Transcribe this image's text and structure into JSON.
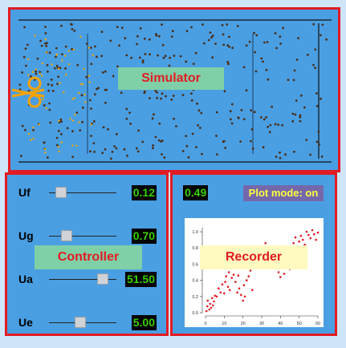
{
  "simulator": {
    "label": "Simulator"
  },
  "controller": {
    "label": "Controller",
    "sliders": [
      {
        "label": "Uf",
        "value": "0.12",
        "fraction": 0.12
      },
      {
        "label": "Ug",
        "value": "0.70",
        "fraction": 0.22
      },
      {
        "label": "Ua",
        "value": "51.50",
        "fraction": 0.85
      },
      {
        "label": "Ue",
        "value": "5.00",
        "fraction": 0.45
      }
    ]
  },
  "recorder": {
    "label": "Recorder",
    "readout": "0.49",
    "plot_mode": "Plot mode: on"
  },
  "colors": {
    "panel_bg": "#4a9fe3",
    "border": "#e31b23",
    "value_text": "#39d000",
    "tag_green": "#7fd0a7",
    "tag_yellow": "#fffac0",
    "particle": "#4a2f1a",
    "emitter": "#f5a300",
    "plot_points": "#e31b23"
  },
  "icons": {
    "emitter": "scissors-icon"
  },
  "chart_data": {
    "type": "scatter",
    "xlim": [
      0,
      60
    ],
    "ylim": [
      0,
      1.05
    ],
    "x_ticks": [
      "0",
      "10",
      "20",
      "30",
      "40",
      "50",
      "60"
    ],
    "y_ticks": [
      "0.0",
      "0.2",
      "0.4",
      "0.6",
      "0.8",
      "1.0"
    ],
    "grid": false,
    "series": [
      {
        "x": [
          0.5,
          1,
          1.2,
          2,
          2.5,
          3,
          3.5,
          4,
          4.5,
          5,
          6,
          7,
          8,
          9,
          10,
          10.5,
          11,
          12,
          12.5,
          13,
          14,
          15,
          16,
          17,
          17.5,
          18,
          19,
          20,
          20.5,
          21,
          22,
          23,
          24,
          25,
          26,
          27,
          28,
          29,
          30,
          31,
          32,
          33,
          34,
          35,
          36,
          37,
          38,
          39,
          40,
          41,
          42,
          43,
          44,
          45,
          46,
          47,
          48,
          49,
          50,
          51,
          52,
          53,
          54,
          55,
          56,
          57,
          58,
          59,
          60
        ],
        "y": [
          0.02,
          0.08,
          0.15,
          0.04,
          0.11,
          0.06,
          0.18,
          0.09,
          0.14,
          0.21,
          0.2,
          0.3,
          0.25,
          0.35,
          0.24,
          0.38,
          0.45,
          0.32,
          0.5,
          0.28,
          0.43,
          0.47,
          0.38,
          0.25,
          0.46,
          0.3,
          0.22,
          0.15,
          0.34,
          0.2,
          0.4,
          0.45,
          0.52,
          0.28,
          0.6,
          0.55,
          0.72,
          0.66,
          0.8,
          0.78,
          0.86,
          0.7,
          0.64,
          0.74,
          0.69,
          0.58,
          0.62,
          0.5,
          0.44,
          0.56,
          0.48,
          0.6,
          0.66,
          0.54,
          0.78,
          0.86,
          0.93,
          0.82,
          0.88,
          0.95,
          0.9,
          0.84,
          1.0,
          0.96,
          0.92,
          1.02,
          0.97,
          0.9,
          0.99
        ]
      }
    ]
  }
}
